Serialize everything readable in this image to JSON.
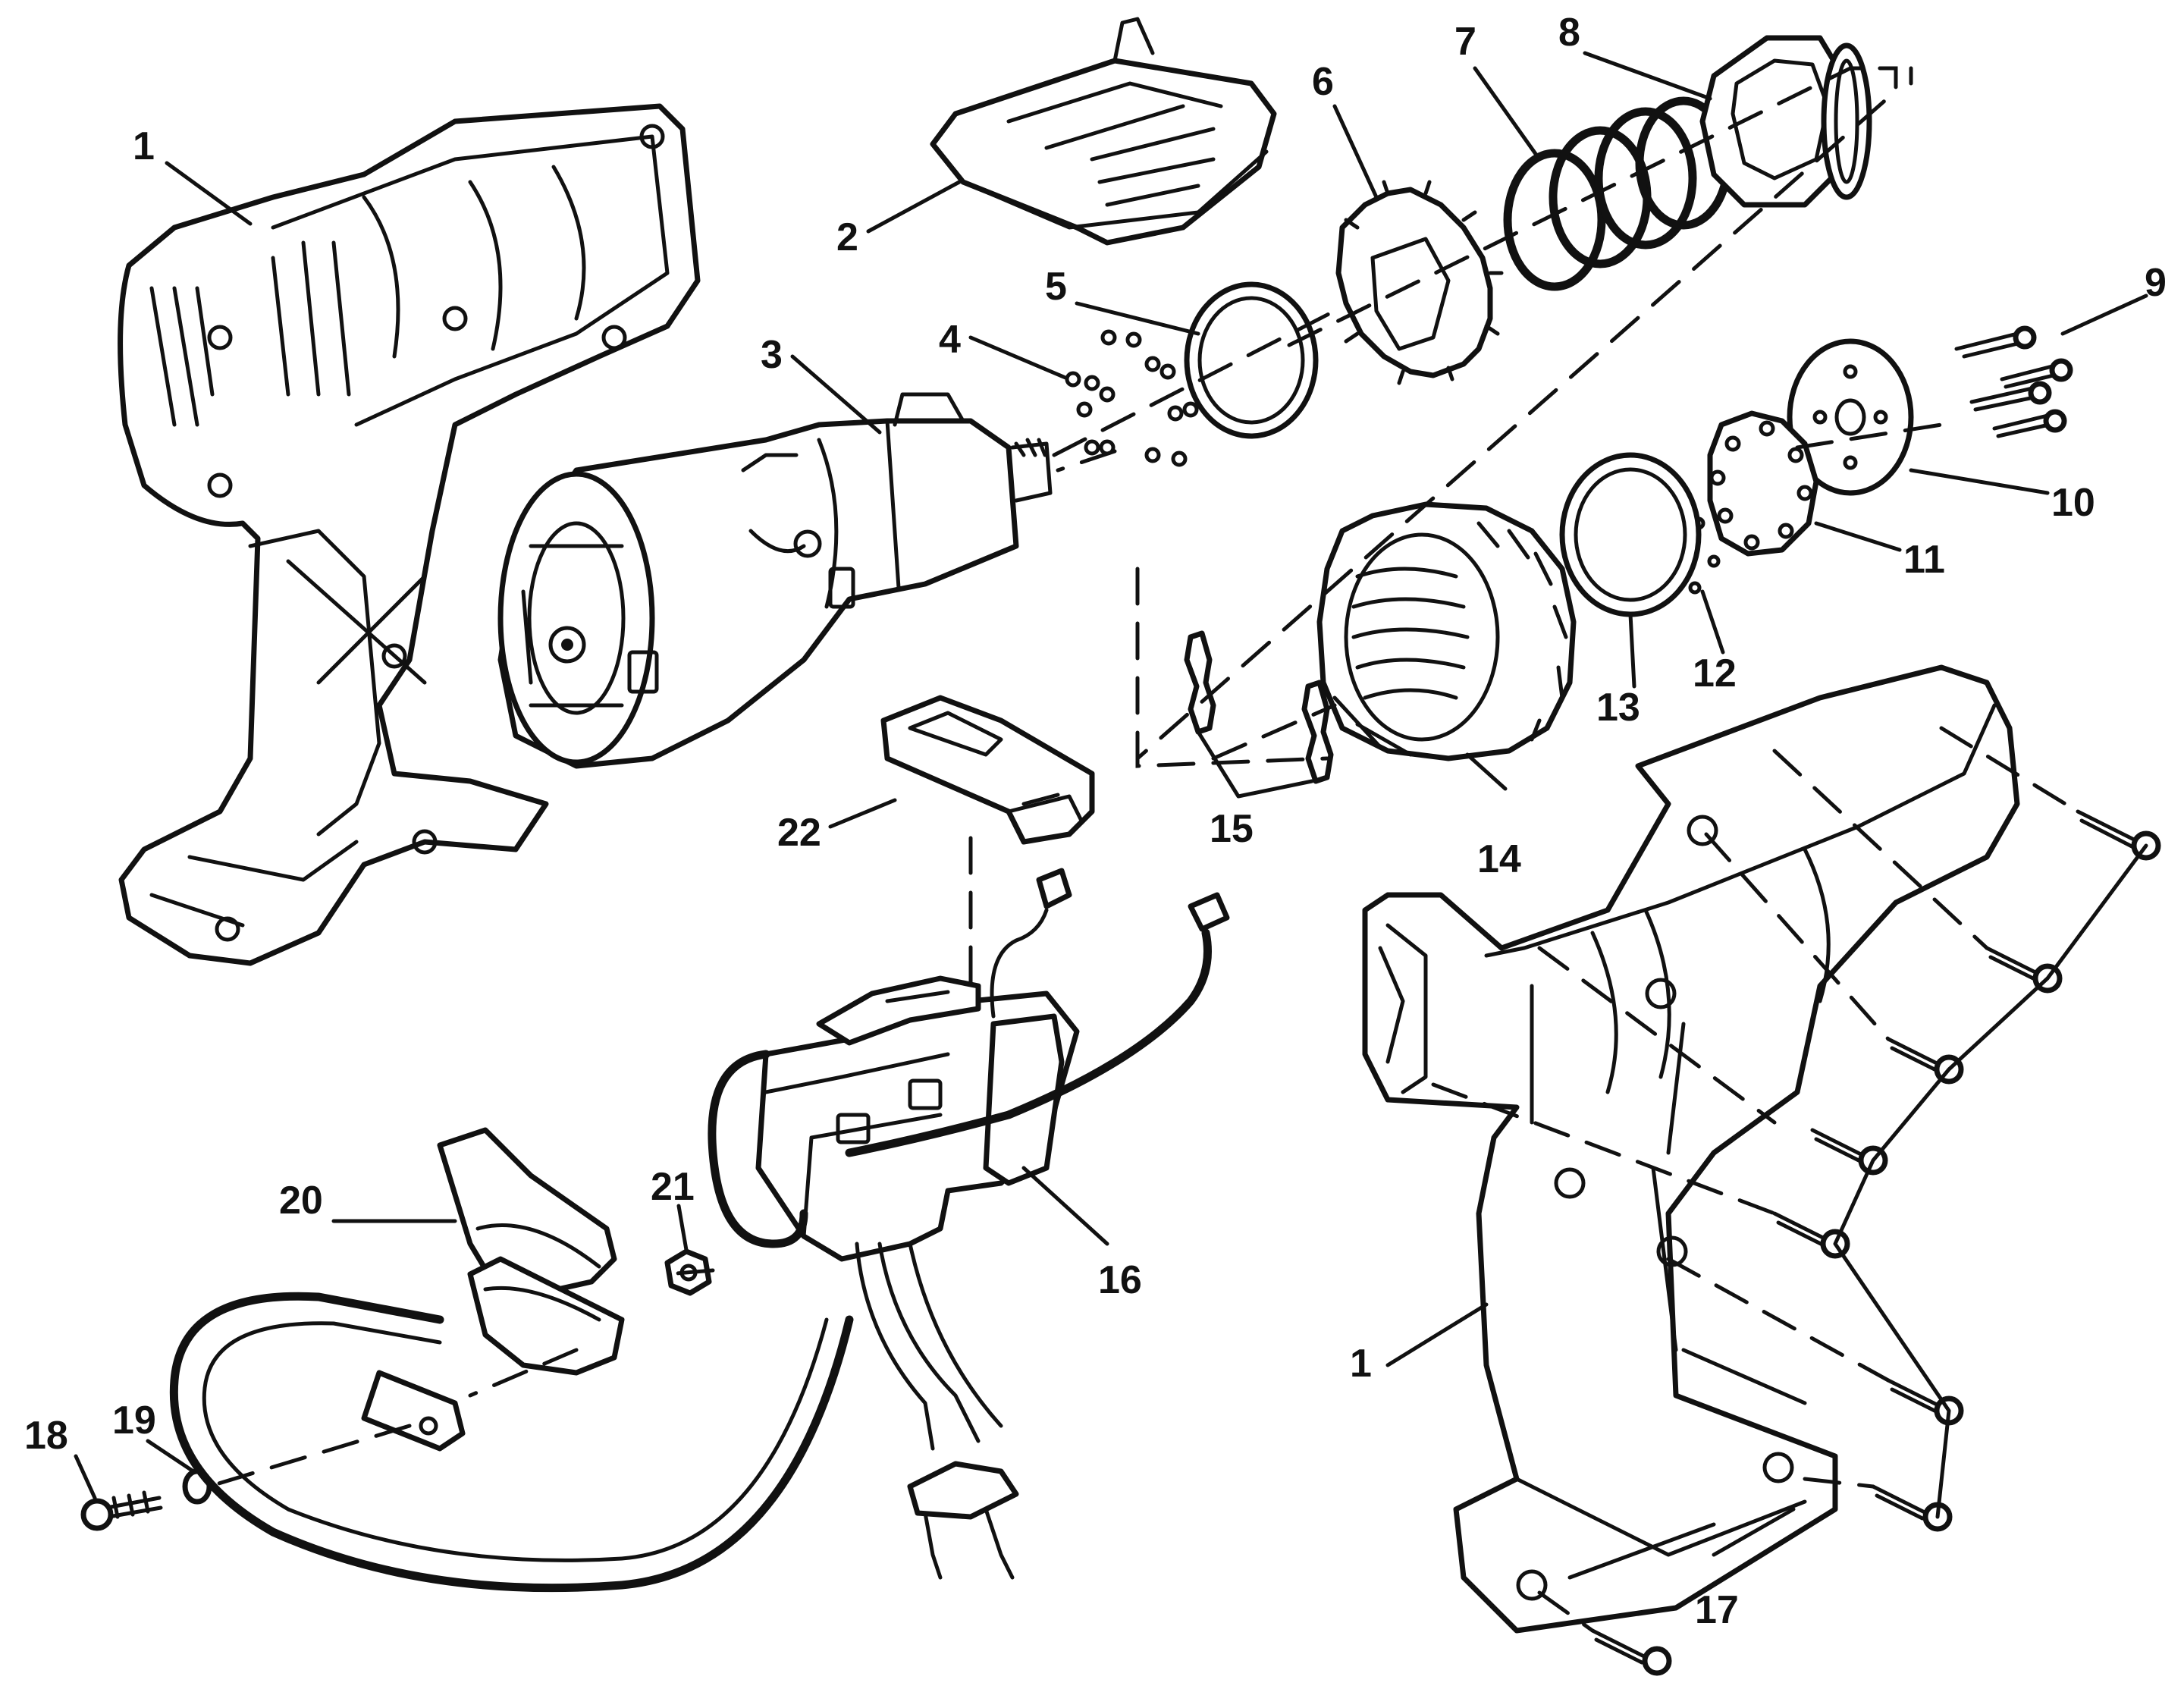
{
  "callouts": [
    {
      "id": "1a",
      "label": "1"
    },
    {
      "id": "2",
      "label": "2"
    },
    {
      "id": "3",
      "label": "3"
    },
    {
      "id": "4",
      "label": "4"
    },
    {
      "id": "5",
      "label": "5"
    },
    {
      "id": "6",
      "label": "6"
    },
    {
      "id": "7",
      "label": "7"
    },
    {
      "id": "8",
      "label": "8"
    },
    {
      "id": "9",
      "label": "9"
    },
    {
      "id": "10",
      "label": "10"
    },
    {
      "id": "11",
      "label": "11"
    },
    {
      "id": "12",
      "label": "12"
    },
    {
      "id": "13",
      "label": "13"
    },
    {
      "id": "14",
      "label": "14"
    },
    {
      "id": "15",
      "label": "15"
    },
    {
      "id": "16",
      "label": "16"
    },
    {
      "id": "1b",
      "label": "1"
    },
    {
      "id": "17",
      "label": "17"
    },
    {
      "id": "18",
      "label": "18"
    },
    {
      "id": "19",
      "label": "19"
    },
    {
      "id": "20",
      "label": "20"
    },
    {
      "id": "21",
      "label": "21"
    },
    {
      "id": "22",
      "label": "22"
    }
  ]
}
